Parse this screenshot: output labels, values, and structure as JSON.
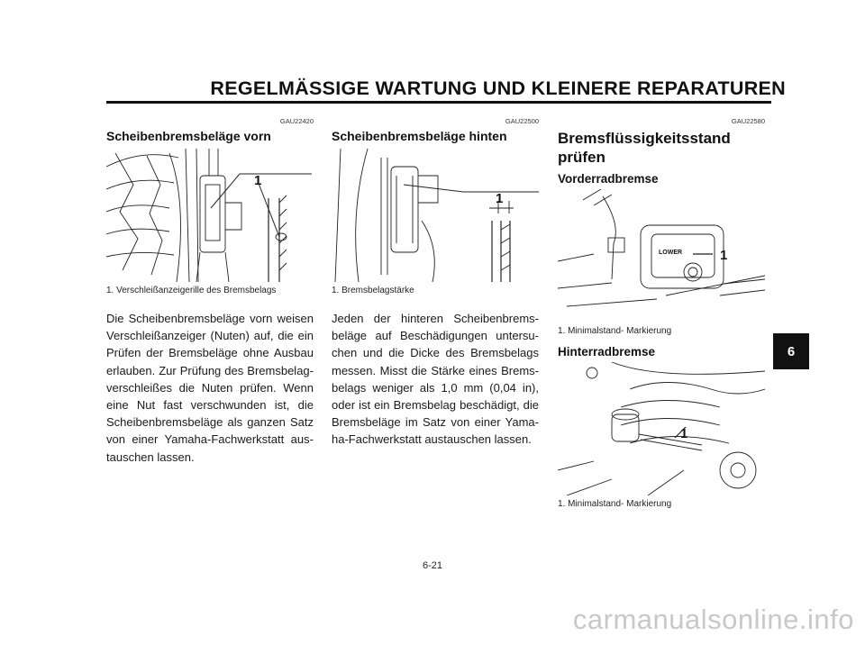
{
  "header": {
    "title": "REGELMÄSSIGE WARTUNG UND KLEINERE REPARATUREN"
  },
  "tab": {
    "number": "6"
  },
  "col1": {
    "code": "GAU22420",
    "heading": "Scheibenbremsbeläge vorn",
    "figure_label": "1",
    "caption": "1. Verschleißanzeigerille des Bremsbelags",
    "body": "Die Scheibenbremsbeläge vorn weisen Verschleißanzeiger (Nuten) auf, die ein Prüfen der Bremsbeläge ohne Ausbau erlauben. Zur Prüfung des Bremsbelag­verschleißes die Nuten prüfen. Wenn eine Nut fast verschwunden ist, die Scheibenbremsbeläge als ganzen Satz von einer Yamaha-Fachwerkstatt aus­tauschen lassen."
  },
  "col2": {
    "code": "GAU22500",
    "heading": "Scheibenbremsbeläge hinten",
    "figure_label": "1",
    "caption": "1. Bremsbelagstärke",
    "body": "Jeden der hinteren Scheibenbrems­beläge auf Beschädigungen untersu­chen und die Dicke des Bremsbelags messen. Misst die Stärke eines Brems­belags weniger als 1,0 mm (0,04 in), oder ist ein Bremsbelag beschädigt, die Bremsbeläge im Satz von einer Yama­ha-Fachwerkstatt austauschen lassen."
  },
  "col3": {
    "code": "GAU22580",
    "heading": "Bremsflüssigkeitsstand prüfen",
    "sub1": "Vorderradbremse",
    "figure1_label": "1",
    "figure1_text": "LOWER",
    "caption1": "1. Minimalstand- Markierung",
    "sub2": "Hinterradbremse",
    "figure2_label": "1",
    "caption2": "1. Minimalstand- Markierung"
  },
  "page_number": "6-21",
  "watermark": "carmanualsonline.info"
}
